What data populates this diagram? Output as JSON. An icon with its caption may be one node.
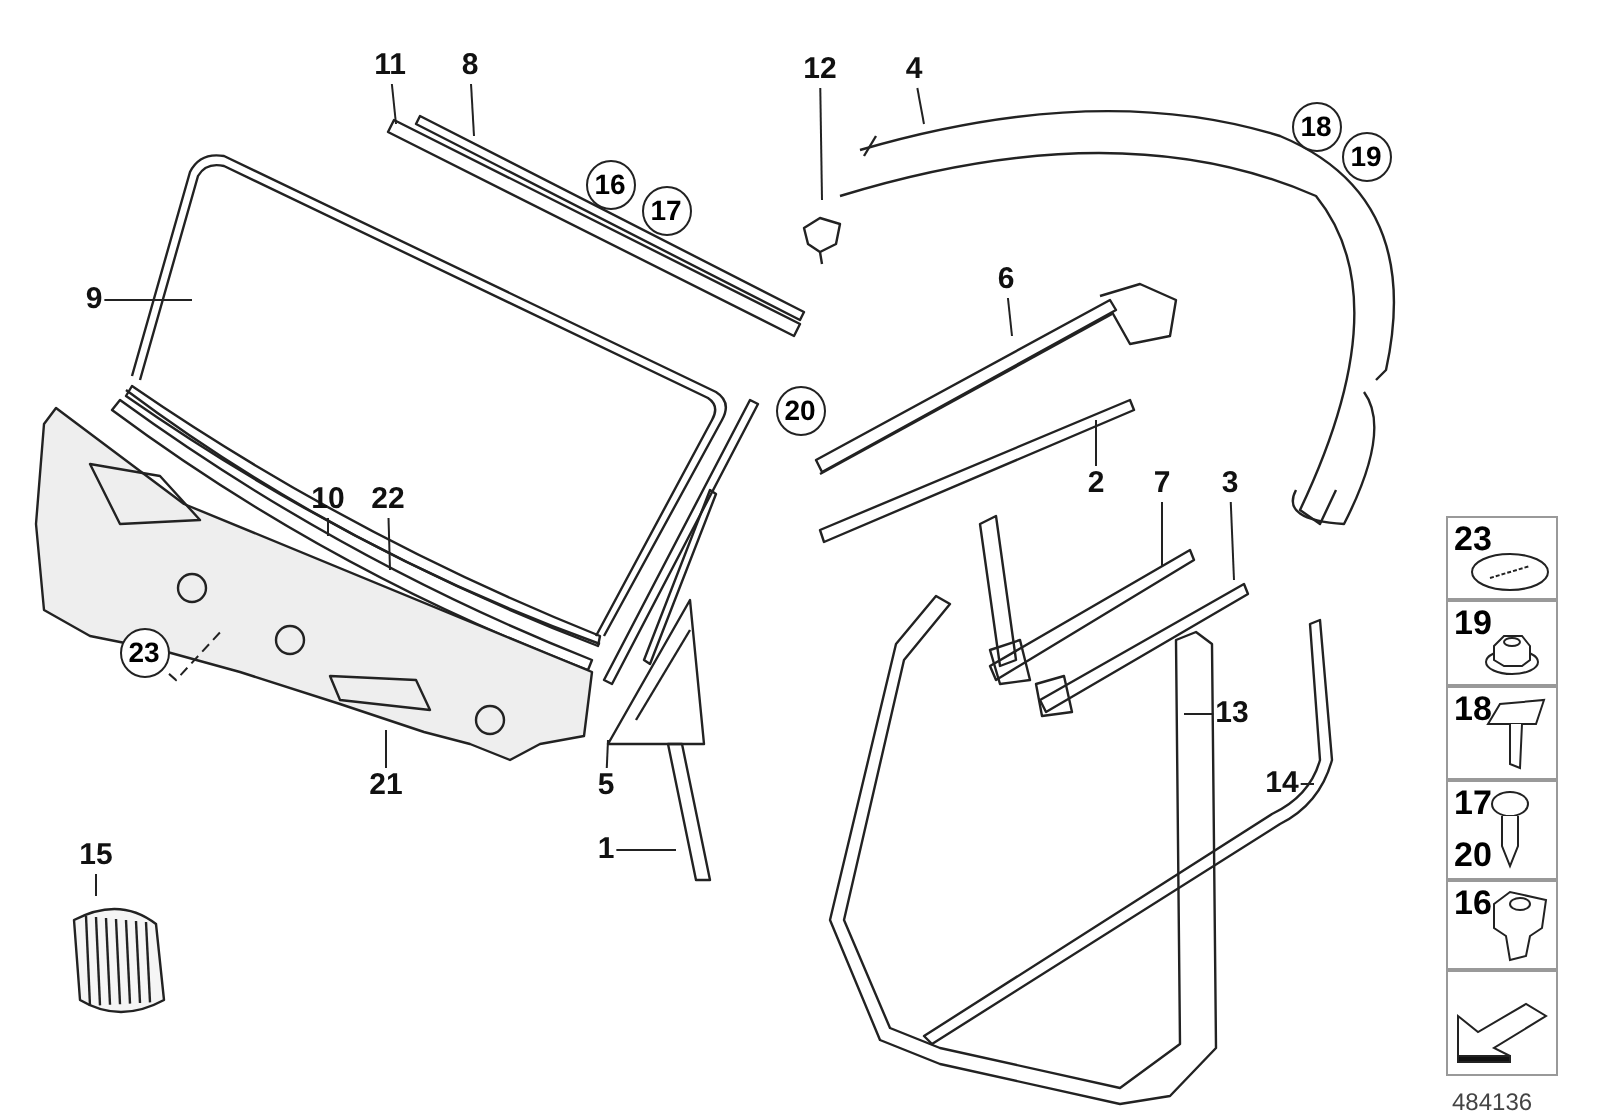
{
  "diagram": {
    "nodes": [
      {
        "text": [
          "11"
        ]
      },
      {
        "text": [
          "8"
        ]
      },
      {
        "text": [
          "12"
        ]
      },
      {
        "text": [
          "4"
        ]
      },
      {
        "text": [
          "16"
        ]
      },
      {
        "text": [
          "17"
        ]
      },
      {
        "text": [
          "18"
        ]
      },
      {
        "text": [
          "19"
        ]
      },
      {
        "text": [
          "9"
        ]
      },
      {
        "text": [
          "6"
        ]
      },
      {
        "text": [
          "20"
        ]
      },
      {
        "text": [
          "2"
        ]
      },
      {
        "text": [
          "10"
        ]
      },
      {
        "text": [
          "22"
        ]
      },
      {
        "text": [
          "7"
        ]
      },
      {
        "text": [
          "3"
        ]
      },
      {
        "text": [
          "23"
        ]
      },
      {
        "text": [
          "13"
        ]
      },
      {
        "text": [
          "21"
        ]
      },
      {
        "text": [
          "5"
        ]
      },
      {
        "text": [
          "14"
        ]
      },
      {
        "text": [
          "1"
        ]
      },
      {
        "text": [
          "15"
        ]
      },
      {
        "text": [
          "23"
        ]
      },
      {
        "text": [
          "19"
        ]
      },
      {
        "text": [
          "18"
        ]
      },
      {
        "text": [
          "17",
          "20"
        ]
      },
      {
        "text": [
          "16"
        ]
      },
      {
        "text": [],
        "shape": "box"
      }
    ],
    "edges": [
      {
        "from": 0,
        "to": null,
        "arrow": "none"
      },
      {
        "from": 1,
        "to": null,
        "arrow": "none"
      },
      {
        "from": 2,
        "to": null,
        "arrow": "none"
      },
      {
        "from": 3,
        "to": null,
        "arrow": "none"
      },
      {
        "from": 8,
        "to": null,
        "arrow": "none"
      },
      {
        "from": 9,
        "to": null,
        "arrow": "none"
      },
      {
        "from": 11,
        "to": null,
        "arrow": "none"
      },
      {
        "from": 12,
        "to": null,
        "arrow": "none"
      },
      {
        "from": 13,
        "to": null,
        "arrow": "none"
      },
      {
        "from": 14,
        "to": null,
        "arrow": "none"
      },
      {
        "from": 15,
        "to": null,
        "arrow": "none"
      },
      {
        "from": 16,
        "to": null,
        "arrow": "none",
        "style": "dashed"
      },
      {
        "from": 17,
        "to": null,
        "arrow": "none"
      },
      {
        "from": 18,
        "to": null,
        "arrow": "none"
      },
      {
        "from": 19,
        "to": null,
        "arrow": "none"
      },
      {
        "from": 20,
        "to": null,
        "arrow": "none"
      },
      {
        "from": 21,
        "to": null,
        "arrow": "none"
      },
      {
        "from": 22,
        "to": null,
        "arrow": "none"
      }
    ],
    "labels": [
      "484136"
    ]
  }
}
